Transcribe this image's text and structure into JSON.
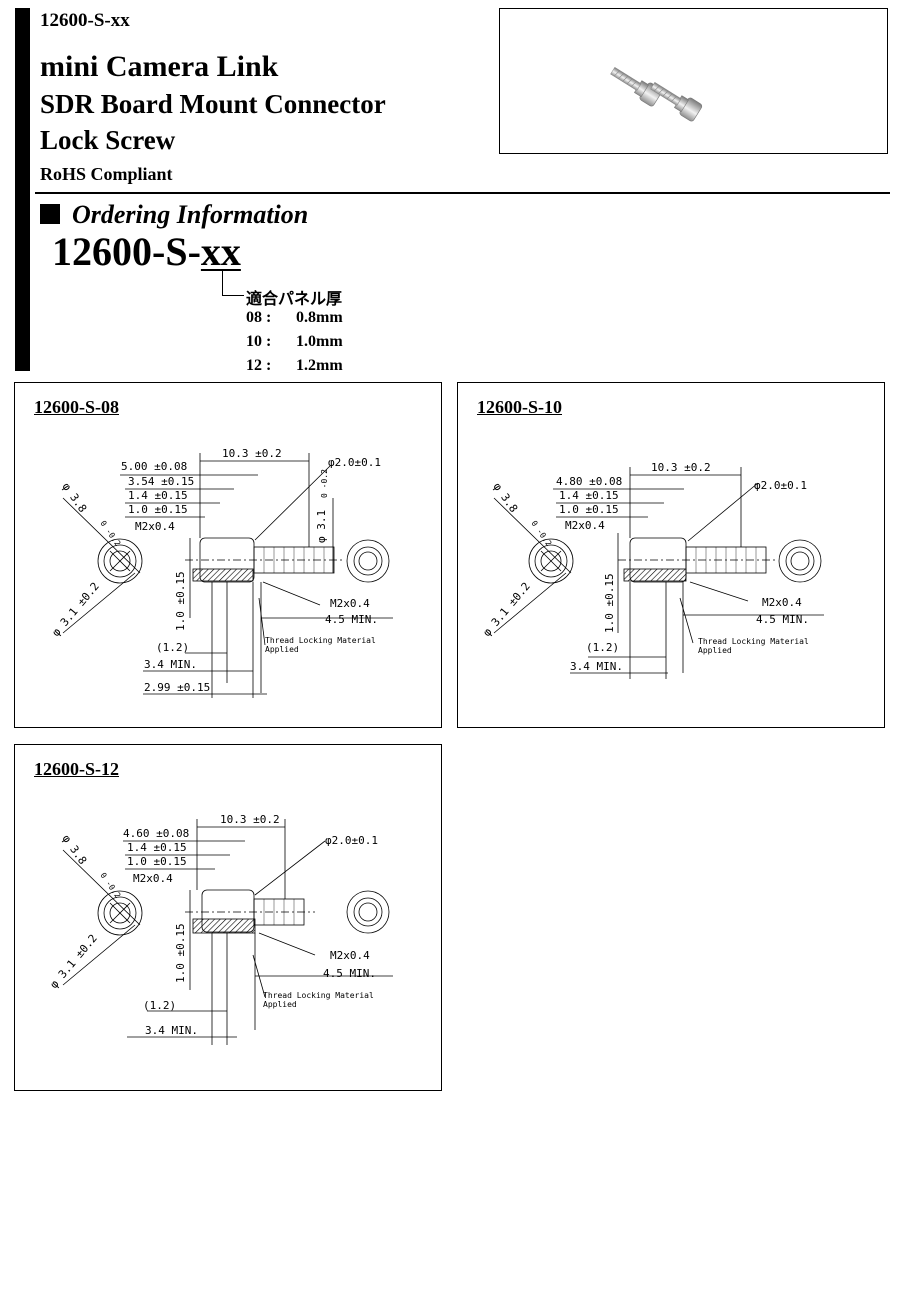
{
  "header": {
    "part_number": "12600-S-xx",
    "title_line1": "mini Camera Link",
    "title_line2": "SDR Board Mount Connector",
    "title_line3": "Lock Screw",
    "compliance": "RoHS Compliant"
  },
  "ordering": {
    "heading": "Ordering Information",
    "part_prefix": "12600-S-",
    "part_suffix": "xx",
    "panel_label": "適合パネル厚",
    "options": [
      {
        "code": "08 :",
        "value": "0.8mm"
      },
      {
        "code": "10 :",
        "value": "1.0mm"
      },
      {
        "code": "12 :",
        "value": "1.2mm"
      }
    ]
  },
  "drawings": {
    "s08": {
      "title": "12600-S-08",
      "dims": {
        "overall": "10.3 ±0.2",
        "head_len": "5.00 ±0.08",
        "d1": "3.54 ±0.15",
        "d2": "1.4 ±0.15",
        "d3": "1.0 ±0.15",
        "thread_top": "M2x0.4",
        "dia_shaft": "φ2.0±0.1",
        "dia_head": "φ 3.1",
        "dia_head_tol": "0 -0.2",
        "dia_outer": "φ 3.8",
        "dia_outer_tol": "0 -0.2",
        "dia_flange": "φ 3.1 ±0.2",
        "thread_bottom": "M2x0.4",
        "thread_len": "4.5 MIN.",
        "vert": "1.0 ±0.15",
        "ref": "(1.2)",
        "min_len": "3.4 MIN.",
        "bottom": "2.99 ±0.15",
        "note1": "Thread Locking Material",
        "note2": "Applied"
      }
    },
    "s10": {
      "title": "12600-S-10",
      "dims": {
        "overall": "10.3 ±0.2",
        "head_len": "4.80 ±0.08",
        "d2": "1.4 ±0.15",
        "d3": "1.0 ±0.15",
        "thread_top": "M2x0.4",
        "dia_shaft": "φ2.0±0.1",
        "dia_outer": "φ 3.8",
        "dia_outer_tol": "0 -0.2",
        "dia_flange": "φ 3.1 ±0.2",
        "thread_bottom": "M2x0.4",
        "thread_len": "4.5 MIN.",
        "vert": "1.0 ±0.15",
        "ref": "(1.2)",
        "min_len": "3.4 MIN.",
        "note1": "Thread Locking Material",
        "note2": "Applied"
      }
    },
    "s12": {
      "title": "12600-S-12",
      "dims": {
        "overall": "10.3 ±0.2",
        "head_len": "4.60 ±0.08",
        "d2": "1.4 ±0.15",
        "d3": "1.0 ±0.15",
        "thread_top": "M2x0.4",
        "dia_shaft": "φ2.0±0.1",
        "dia_outer": "φ 3.8",
        "dia_outer_tol": "0 -0.2",
        "dia_flange": "φ 3.1 ±0.2",
        "thread_bottom": "M2x0.4",
        "thread_len": "4.5 MIN.",
        "vert": "1.0 ±0.15",
        "ref": "(1.2)",
        "min_len": "3.4 MIN.",
        "note1": "Thread Locking Material",
        "note2": "Applied"
      }
    }
  }
}
